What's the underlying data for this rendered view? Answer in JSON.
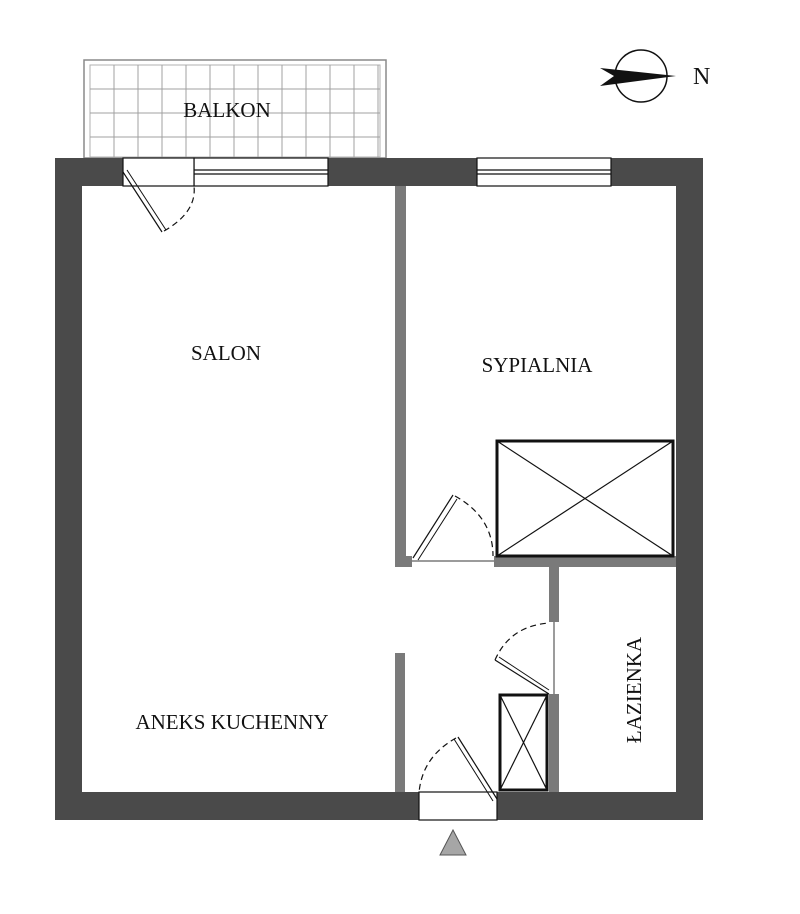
{
  "plan": {
    "rooms": {
      "balkon": "BALKON",
      "salon": "SALON",
      "sypialnia": "SYPIALNIA",
      "aneks": "ANEKS KUCHENNY",
      "lazienka": "ŁAZIENKA"
    },
    "compass": {
      "label": "N"
    }
  },
  "colors": {
    "wall": "#4a4a4a",
    "partition": "#7a7a7a",
    "line": "#111111",
    "tile": "#9a9a9a",
    "entry_marker": "#a6a6a6"
  }
}
